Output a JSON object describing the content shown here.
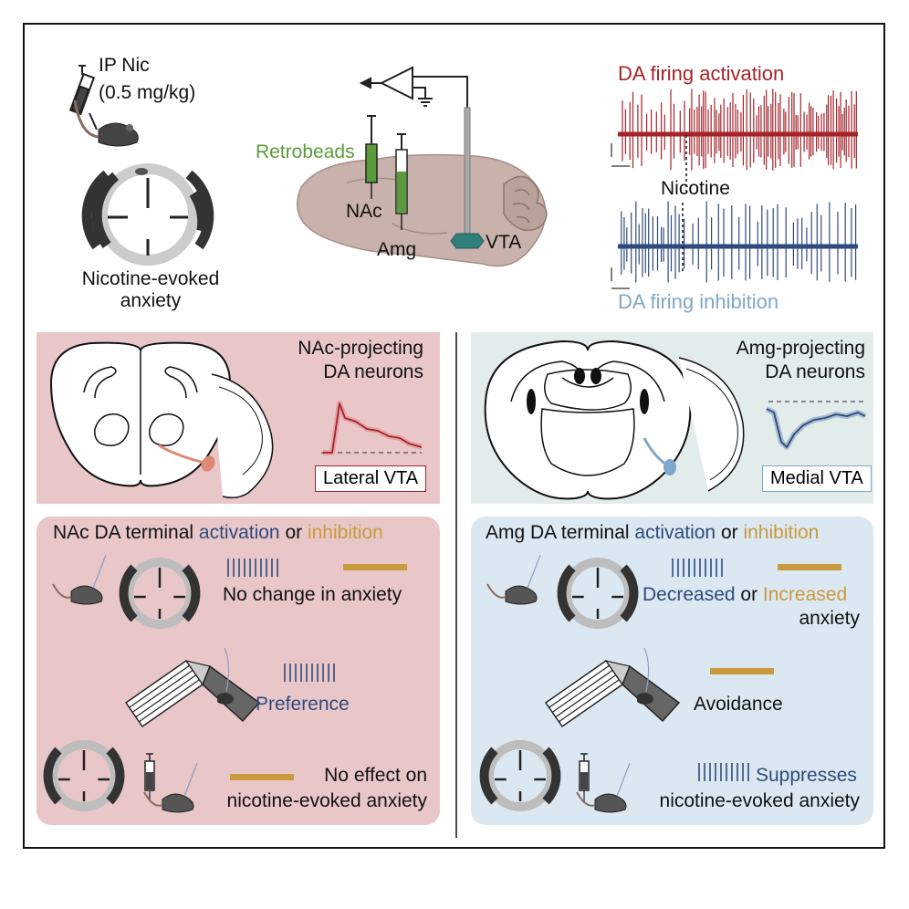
{
  "top": {
    "injection_label": "IP Nic",
    "dose_label": "(0.5 mg/kg)",
    "anxiety_label_line1": "Nicotine-evoked",
    "anxiety_label_line2": "anxiety",
    "retrobeads_label": "Retrobeads",
    "nac_label": "NAc",
    "amg_label": "Amg",
    "vta_label": "VTA",
    "activation_label": "DA firing activation",
    "nicotine_label": "Nicotine",
    "inhibition_label": "DA firing inhibition"
  },
  "left_mid": {
    "title_line1": "NAc-projecting",
    "title_line2": "DA neurons",
    "location_label": "Lateral VTA"
  },
  "right_mid": {
    "title_line1": "Amg-projecting",
    "title_line2": "DA neurons",
    "location_label": "Medial VTA"
  },
  "left_bottom": {
    "header_prefix": "NAc DA terminal ",
    "header_activation": "activation",
    "header_or": " or ",
    "header_inhibition": "inhibition",
    "row1_text": "No change in anxiety",
    "row2_text": "Preference",
    "row3_line1": "No effect on",
    "row3_line2": "nicotine-evoked anxiety"
  },
  "right_bottom": {
    "header_prefix": "Amg DA terminal ",
    "header_activation": "activation",
    "header_or": " or ",
    "header_inhibition": "inhibition",
    "row1_decreased": "Decreased",
    "row1_or": " or ",
    "row1_increased": "Increased",
    "row1_line2": "anxiety",
    "row2_text": "Avoidance",
    "row3_line1": "Suppresses",
    "row3_line2": "nicotine-evoked anxiety"
  },
  "colors": {
    "activation_red": "#a5232a",
    "inhibition_blue": "#7fa7c9",
    "trace_blue": "#2e4a7d",
    "stim_gold": "#c99a3b",
    "left_panel_bg": "#e9c7c9",
    "right_panel_bg": "#dce8f1",
    "midright_panel_bg": "#e1eceb",
    "text_navy": "#2e4a7d",
    "retrobeads_green": "#5a9c3c",
    "brain_fill": "#c8b2ab"
  }
}
